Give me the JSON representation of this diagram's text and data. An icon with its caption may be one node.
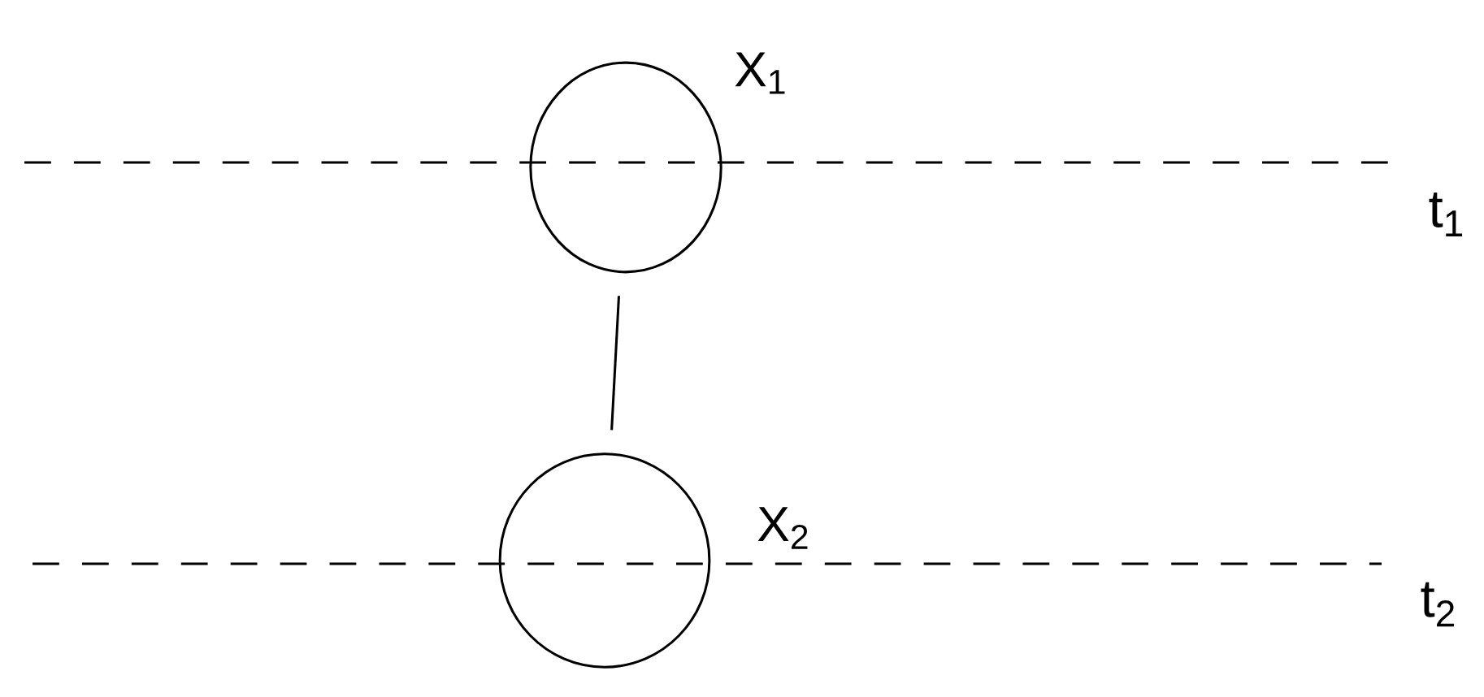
{
  "diagram": {
    "nodes": [
      {
        "text": [],
        "shape": "circle",
        "beside": [
          "X$_{1}$"
        ]
      },
      {
        "text": [],
        "shape": "circle",
        "beside": [
          "X$_{2}$"
        ]
      }
    ],
    "edges": [
      {
        "from": 0,
        "to": 1,
        "arrow": "none"
      }
    ],
    "labels": [
      "t$_{1}$",
      "t$_{2}$"
    ]
  }
}
